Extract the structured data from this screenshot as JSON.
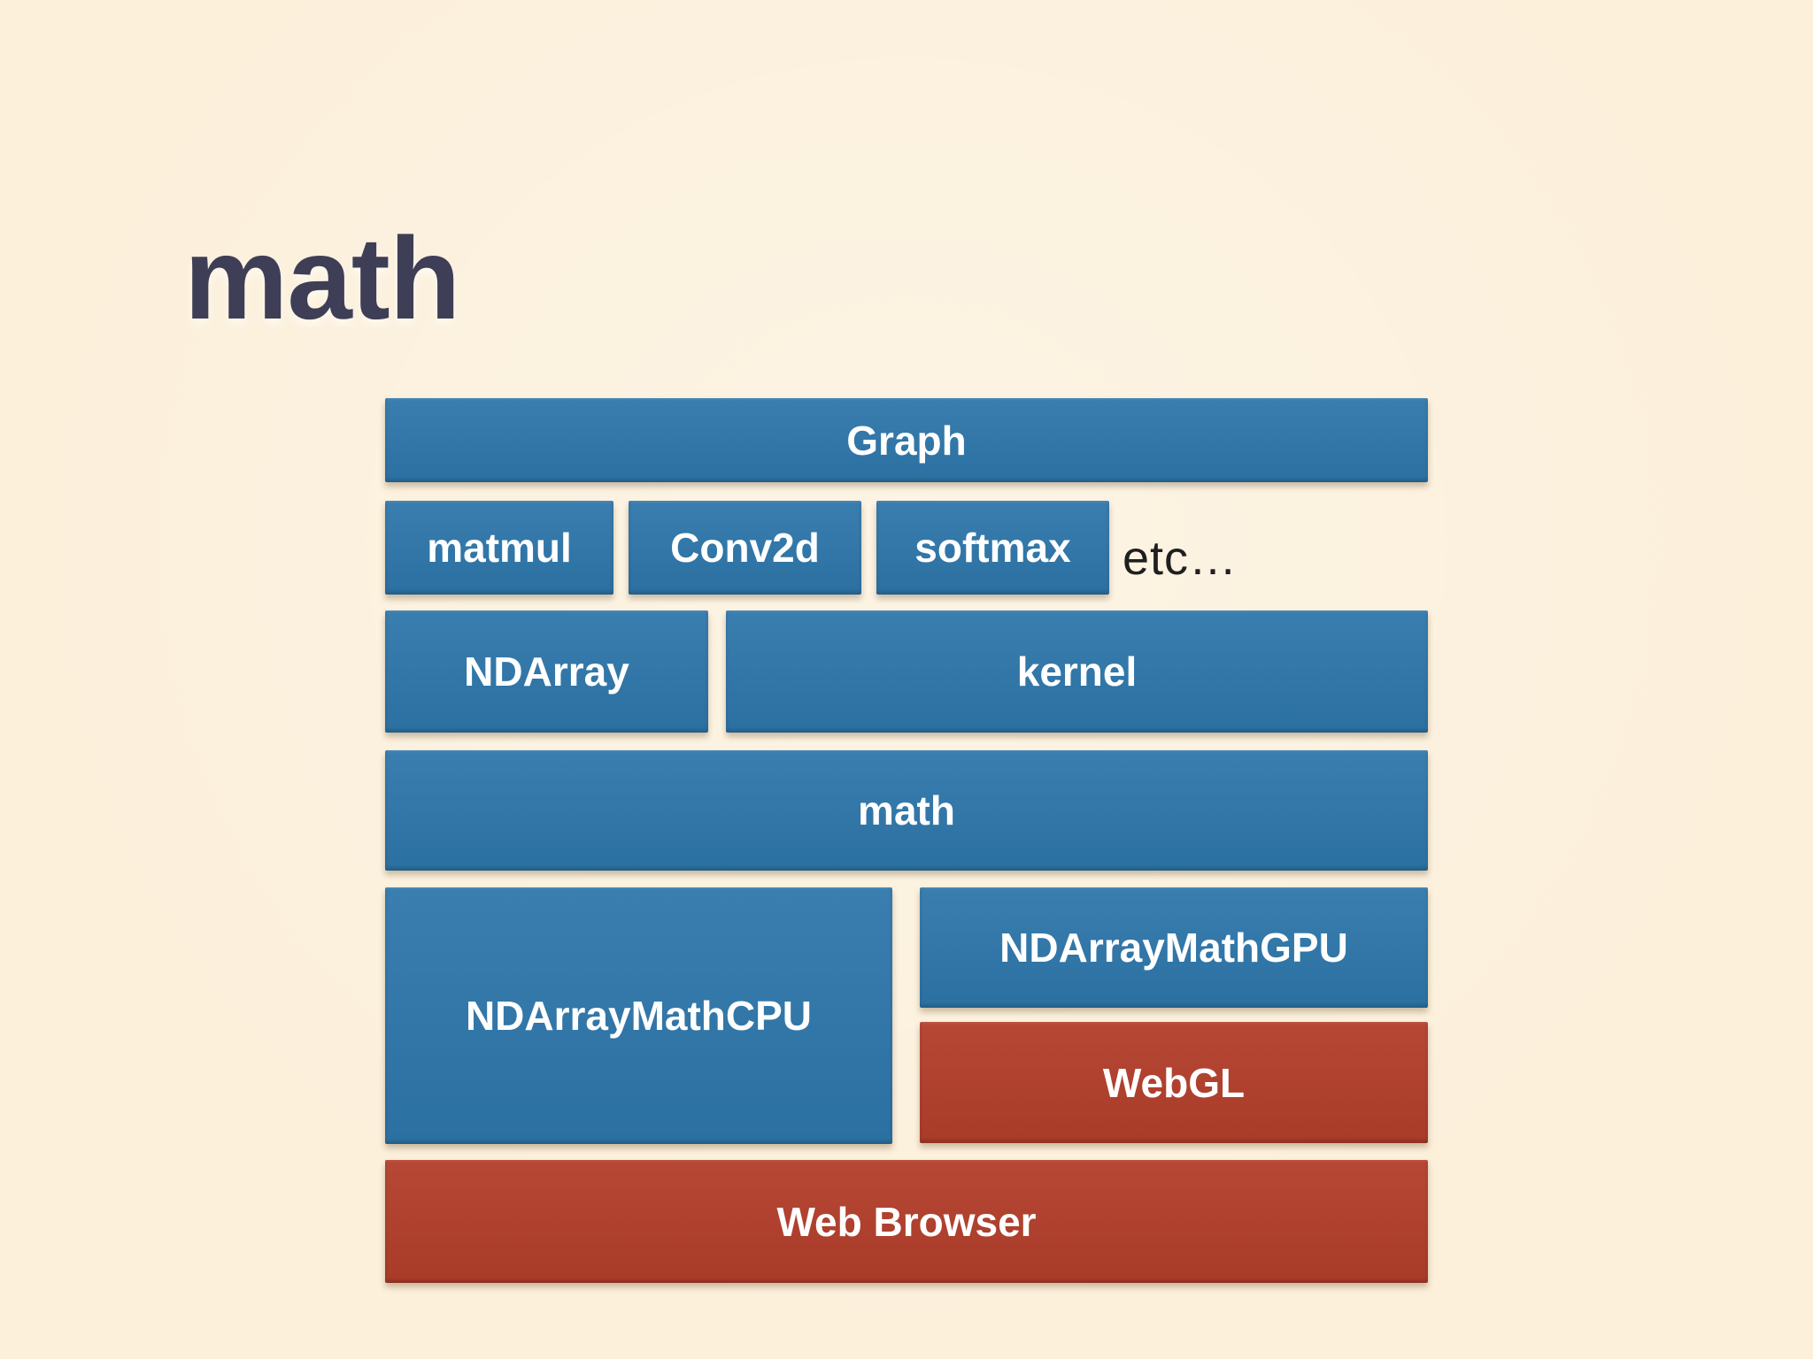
{
  "slide": {
    "title": "math"
  },
  "colors": {
    "background": "#FCF0DB",
    "box_blue": "#2D76AA",
    "box_red": "#B33E2B",
    "title_text": "#3E3E56",
    "box_text": "#FFFFFF",
    "etc_text": "#1F1F1F"
  },
  "diagram": {
    "graph_label": "Graph",
    "ops": [
      "matmul",
      "Conv2d",
      "softmax"
    ],
    "etc_label": "etc…",
    "ndarray_label": "NDArray",
    "kernel_label": "kernel",
    "math_label": "math",
    "cpu_label": "NDArrayMathCPU",
    "gpu_label": "NDArrayMathGPU",
    "webgl_label": "WebGL",
    "browser_label": "Web Browser"
  }
}
